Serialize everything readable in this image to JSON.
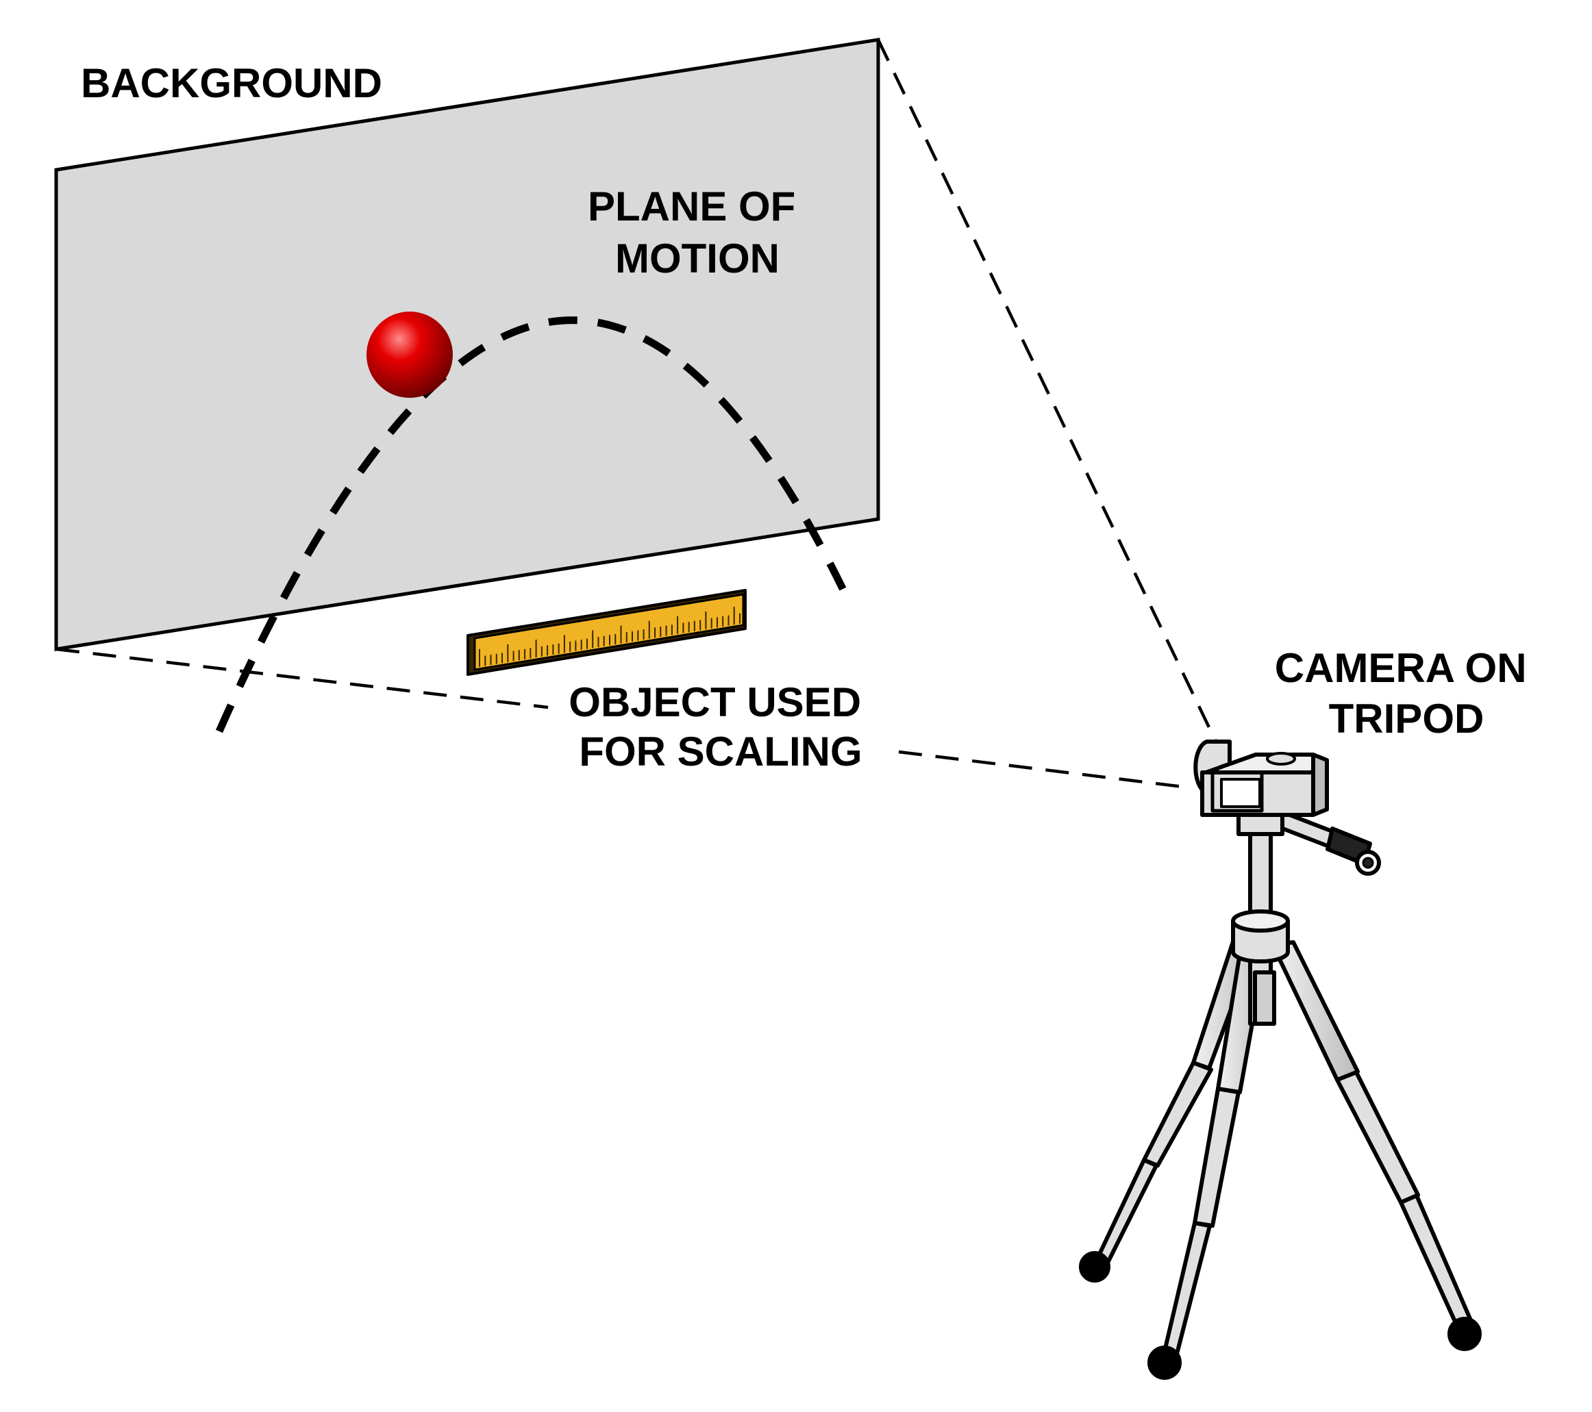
{
  "labels": {
    "background": "BACKGROUND",
    "plane_line1": "PLANE OF",
    "plane_line2": "MOTION",
    "scale_line1": "OBJECT USED",
    "scale_line2": "FOR SCALING",
    "camera_line1": "CAMERA ON",
    "camera_line2": "TRIPOD"
  },
  "colors": {
    "background_panel": "#d9d9d9",
    "ball": "#dd0000",
    "ruler": "#f0b323",
    "tripod": "#e0e0e0",
    "outline": "#000000"
  }
}
